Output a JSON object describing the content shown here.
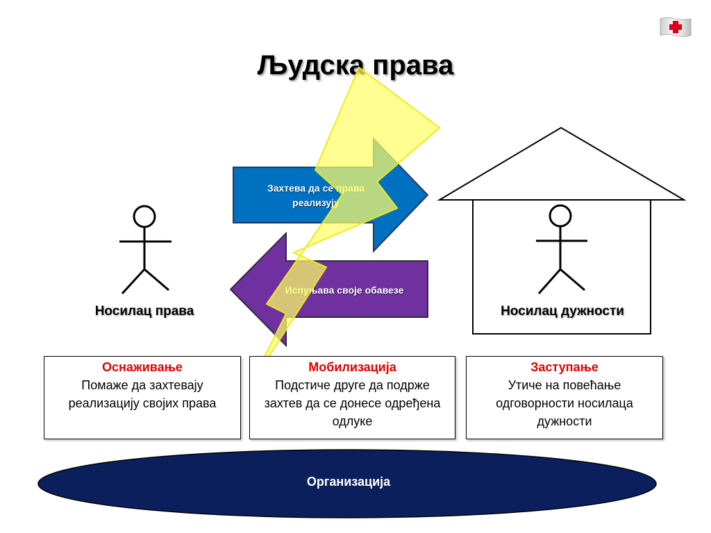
{
  "title": "Људска права",
  "arrows": {
    "top_text": "Захтева да се права реализују",
    "bottom_text": "Испуњава своје обавезе"
  },
  "actors": {
    "left_label": "Носилац права",
    "right_label": "Носилац дужности"
  },
  "boxes": [
    {
      "title": "Оснаживање",
      "text": "Помаже да  захтевају реализацију својих права"
    },
    {
      "title": "Мобилизација",
      "text": "Подстиче друге да подрже захтев да се донесе одређена одлуке"
    },
    {
      "title": "Заступање",
      "text": "Утиче на повећање одговорности носилаца дужности"
    }
  ],
  "organization": "Организација",
  "colors": {
    "top_arrow": "#0070c0",
    "bottom_arrow": "#7030a0",
    "lightning": "#ffff66",
    "ellipse": "#0b1f5c",
    "box_title": "#e00000"
  },
  "icons": [
    "red-cross-logo-icon",
    "stick-figure-icon",
    "house-icon",
    "lightning-bolt-icon"
  ]
}
